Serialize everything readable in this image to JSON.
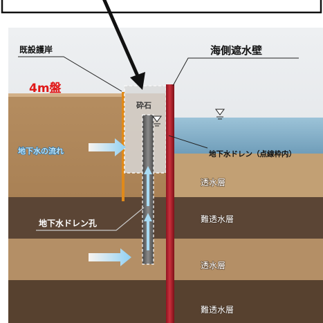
{
  "labels": {
    "existing_revetment": "既設護岸",
    "seaside_wall": "海側遮水壁",
    "platform": "4m盤",
    "groundwater_flow": "地下水の流れ",
    "drain": "地下水ドレン（点線枠内）",
    "drain_hole": "地下水ドレン孔",
    "gravel": "砕石"
  },
  "layers": [
    "透水層",
    "難透水層",
    "透水層",
    "難透水層"
  ],
  "colors": {
    "platform_text": "#e01818",
    "seaside_wall": "#b3202c",
    "revetment": "#e08a1a",
    "sea": "#7eaac4",
    "permeable_layer": "#c2a074",
    "impermeable_layer": "#5b4535",
    "flow_arrow": "#9fd6f4"
  }
}
